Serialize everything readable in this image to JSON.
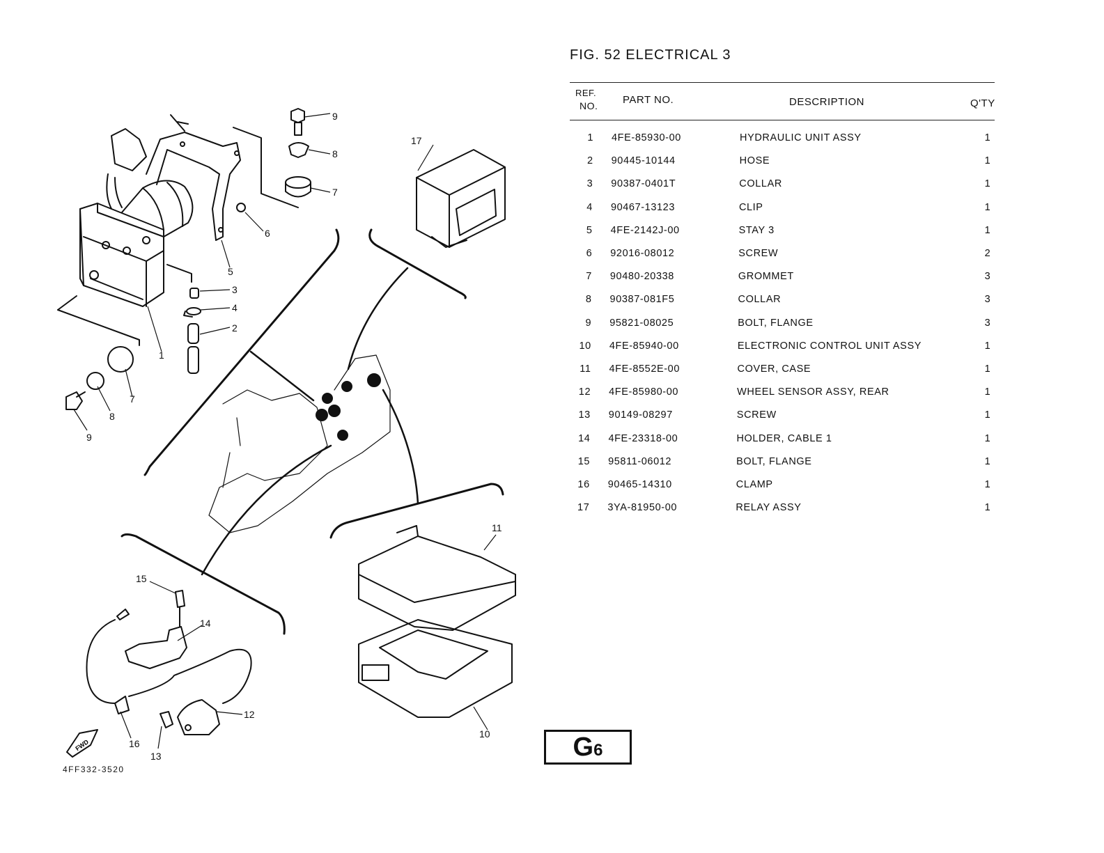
{
  "figure": {
    "title": "FIG. 52  ELECTRICAL 3",
    "section_code": "G",
    "section_sub": "6",
    "drawing_code": "4FF332-3520",
    "fwd_label": "FWD"
  },
  "table": {
    "headers": {
      "ref_line1": "REF.",
      "ref_line2": "NO.",
      "part_no": "PART NO.",
      "description": "DESCRIPTION",
      "qty": "Q'TY"
    },
    "rows": [
      {
        "ref": "1",
        "part_no": "4FE-85930-00",
        "description": "HYDRAULIC UNIT ASSY",
        "qty": "1"
      },
      {
        "ref": "2",
        "part_no": "90445-10144",
        "description": "HOSE",
        "qty": "1"
      },
      {
        "ref": "3",
        "part_no": "90387-0401T",
        "description": "COLLAR",
        "qty": "1"
      },
      {
        "ref": "4",
        "part_no": "90467-13123",
        "description": "CLIP",
        "qty": "1"
      },
      {
        "ref": "5",
        "part_no": "4FE-2142J-00",
        "description": "STAY 3",
        "qty": "1"
      },
      {
        "ref": "6",
        "part_no": "92016-08012",
        "description": "SCREW",
        "qty": "2"
      },
      {
        "ref": "7",
        "part_no": "90480-20338",
        "description": "GROMMET",
        "qty": "3"
      },
      {
        "ref": "8",
        "part_no": "90387-081F5",
        "description": "COLLAR",
        "qty": "3"
      },
      {
        "ref": "9",
        "part_no": "95821-08025",
        "description": "BOLT, FLANGE",
        "qty": "3"
      },
      {
        "ref": "10",
        "part_no": "4FE-85940-00",
        "description": "ELECTRONIC CONTROL UNIT ASSY",
        "qty": "1"
      },
      {
        "ref": "11",
        "part_no": "4FE-8552E-00",
        "description": "COVER, CASE",
        "qty": "1"
      },
      {
        "ref": "12",
        "part_no": "4FE-85980-00",
        "description": "WHEEL SENSOR ASSY, REAR",
        "qty": "1"
      },
      {
        "ref": "13",
        "part_no": "90149-08297",
        "description": "SCREW",
        "qty": "1"
      },
      {
        "ref": "14",
        "part_no": "4FE-23318-00",
        "description": "HOLDER, CABLE 1",
        "qty": "1"
      },
      {
        "ref": "15",
        "part_no": "95811-06012",
        "description": "BOLT, FLANGE",
        "qty": "1"
      },
      {
        "ref": "16",
        "part_no": "90465-14310",
        "description": "CLAMP",
        "qty": "1"
      },
      {
        "ref": "17",
        "part_no": "3YA-81950-00",
        "description": "RELAY ASSY",
        "qty": "1"
      }
    ]
  },
  "callouts": [
    "1",
    "2",
    "3",
    "4",
    "5",
    "6",
    "7",
    "8",
    "9",
    "7",
    "8",
    "9",
    "10",
    "11",
    "12",
    "13",
    "14",
    "15",
    "16",
    "17"
  ]
}
